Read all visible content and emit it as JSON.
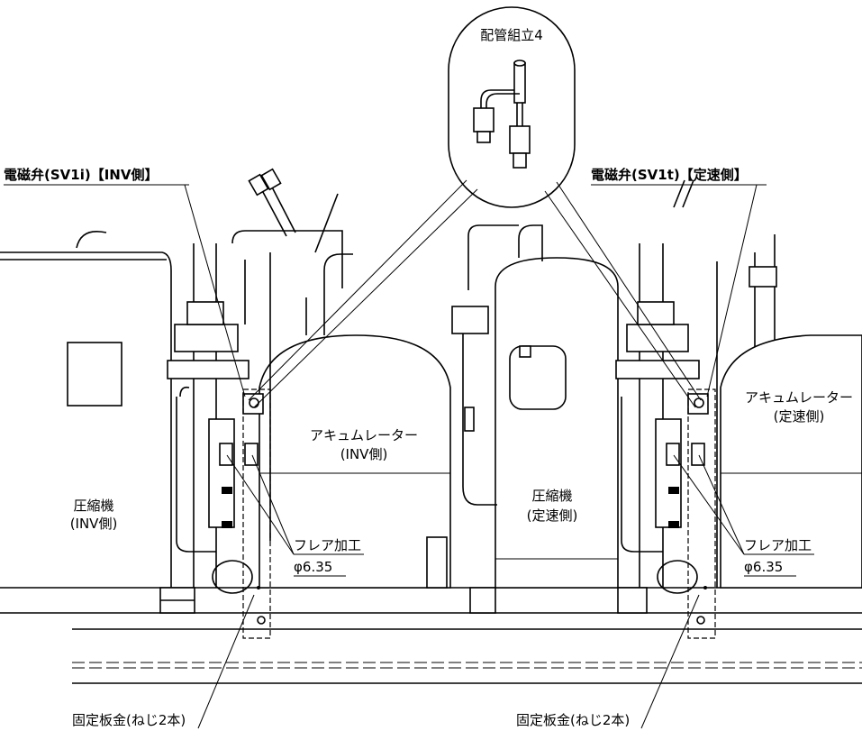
{
  "labels": {
    "pipe_assembly": "配管組立4",
    "solenoid_inv": "電磁弁(SV1i)【INV側】",
    "solenoid_const": "電磁弁(SV1t)【定速側】",
    "accumulator_inv_1": "アキュムレーター",
    "accumulator_inv_2": "(INV側)",
    "accumulator_const_1": "アキュムレーター",
    "accumulator_const_2": "(定速側)",
    "compressor_inv_1": "圧縮機",
    "compressor_inv_2": "(INV側)",
    "compressor_const_1": "圧縮機",
    "compressor_const_2": "(定速側)",
    "flare_left_1": "フレア加工",
    "flare_left_2": "φ6.35",
    "flare_right_1": "フレア加工",
    "flare_right_2": "φ6.35",
    "fixing_plate_left": "固定板金(ねじ2本)",
    "fixing_plate_right": "固定板金(ねじ2本)"
  }
}
